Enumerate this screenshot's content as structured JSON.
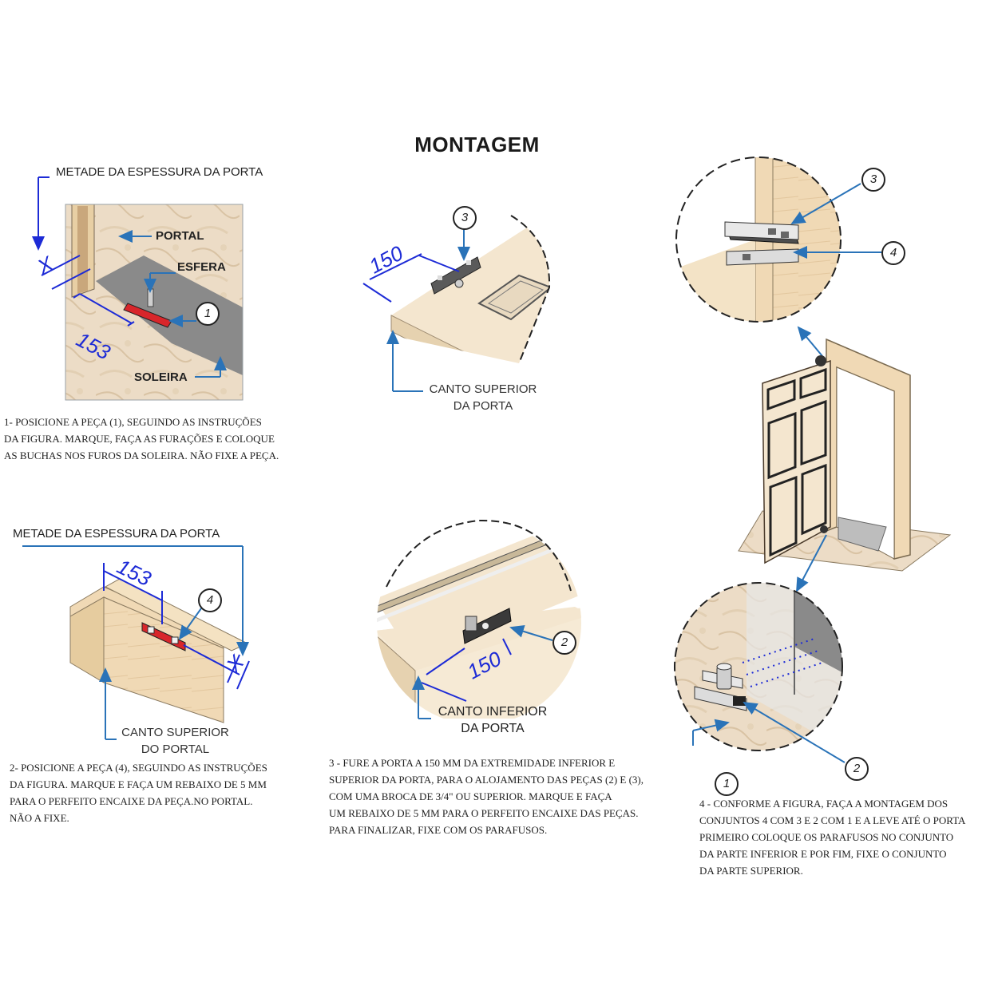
{
  "title": "MONTAGEM",
  "colors": {
    "dimension": "#1d2bd6",
    "arrow": "#2a73b8",
    "marble": "#ecdcc6",
    "wood": "#f0d9b5",
    "floor_gray": "#8a8a8a",
    "piece_red": "#d8262b"
  },
  "step1": {
    "label_top": "METADE DA ESPESSURA DA PORTA",
    "label_portal": "PORTAL",
    "label_esfera": "ESFERA",
    "label_soleira": "SOLEIRA",
    "dim_x": "X",
    "dim_153": "153",
    "callout": "1",
    "instructions": [
      "1- POSICIONE A PEÇA (1), SEGUINDO AS INSTRUÇÕES",
      "DA FIGURA. MARQUE, FAÇA AS FURAÇÕES E COLOQUE",
      "AS BUCHAS NOS FUROS DA SOLEIRA. NÃO FIXE A PEÇA."
    ]
  },
  "step2": {
    "label_top": "METADE DA ESPESSURA DA PORTA",
    "dim_153": "153",
    "dim_x": "X",
    "callout": "4",
    "caption_line1": "CANTO SUPERIOR",
    "caption_line2": "DO PORTAL",
    "instructions": [
      "2- POSICIONE A PEÇA (4), SEGUINDO AS INSTRUÇÕES",
      "DA FIGURA. MARQUE E FAÇA UM REBAIXO DE 5 mm",
      "PARA O PERFEITO ENCAIXE DA PEÇA.NO PORTAL.",
      " NÃO A FIXE."
    ]
  },
  "step3": {
    "top_dim": "150",
    "top_callout": "3",
    "top_caption_line1": "CANTO SUPERIOR",
    "top_caption_line2": "DA PORTA",
    "bottom_dim": "150",
    "bottom_callout": "2",
    "bottom_caption_line1": "CANTO INFERIOR",
    "bottom_caption_line2": "DA PORTA",
    "instructions": [
      "3 - FURE A PORTA A 150 mm DA EXTREMIDADE INFERIOR E",
      "SUPERIOR DA PORTA, PARA O ALOJAMENTO DAS PEÇAS (2) E (3),",
      "COM UMA BROCA DE 3/4\" OU SUPERIOR. MARQUE E FAÇA",
      "UM REBAIXO DE 5 mm PARA O PERFEITO ENCAIXE DAS PEÇAS.",
      "PARA FINALIZAR, FIXE COM OS PARAFUSOS."
    ]
  },
  "step4": {
    "callout_3": "3",
    "callout_4": "4",
    "callout_1": "1",
    "callout_2": "2",
    "instructions": [
      "4 - CONFORME A FIGURA, FAÇA A MONTAGEM DOS",
      "CONJUNTOS 4 COM 3 E 2 COM 1 E A LEVE ATÉ O PORTA",
      "PRIMEIRO COLOQUE OS PARAFUSOS NO CONJUNTO",
      "DA PARTE INFERIOR E POR FIM, FIXE O CONJUNTO",
      "DA PARTE SUPERIOR."
    ]
  }
}
